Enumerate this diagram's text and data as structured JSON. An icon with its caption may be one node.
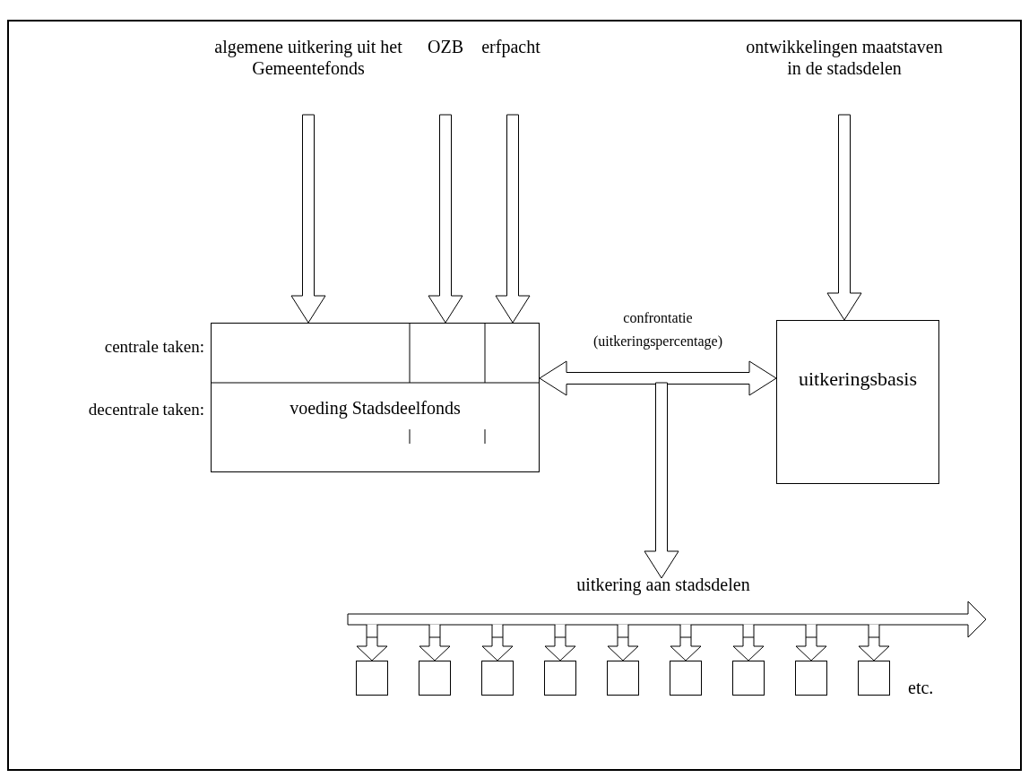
{
  "diagram": {
    "nodes": [
      {
        "text": [
          "algemene uitkering uit het Gemeentefonds"
        ]
      },
      {
        "text": [
          "OZB"
        ]
      },
      {
        "text": [
          "erfpacht"
        ]
      },
      {
        "text": [
          "ontwikkelingen maatstaven in de stadsdelen"
        ]
      },
      {
        "text": [
          "voeding Stadsdeelfonds"
        ],
        "beside": [
          "centrale taken:",
          "decentrale taken:"
        ]
      },
      {
        "text": [
          "uitkeringsbasis"
        ]
      },
      {
        "text": [
          "uitkering aan stadsdelen"
        ]
      },
      {
        "text": [],
        "shape": "bar"
      },
      {
        "text": [],
        "shape": "box"
      },
      {
        "text": [],
        "shape": "box"
      },
      {
        "text": [],
        "shape": "box"
      },
      {
        "text": [],
        "shape": "box"
      },
      {
        "text": [],
        "shape": "box"
      },
      {
        "text": [],
        "shape": "box"
      },
      {
        "text": [],
        "shape": "box"
      },
      {
        "text": [],
        "shape": "box"
      },
      {
        "text": [],
        "shape": "box"
      }
    ],
    "edges": [
      {
        "from": 0,
        "to": 4,
        "arrow": "to"
      },
      {
        "from": 1,
        "to": 4,
        "arrow": "to"
      },
      {
        "from": 2,
        "to": 4,
        "arrow": "to"
      },
      {
        "from": 3,
        "to": 5,
        "arrow": "to"
      },
      {
        "from": 4,
        "to": 5,
        "arrow": "both",
        "label": "confrontatie (uitkeringspercentage)"
      },
      {
        "from": null,
        "to": 6,
        "arrow": "to"
      },
      {
        "from": 7,
        "to": 8,
        "arrow": "to"
      },
      {
        "from": 7,
        "to": 9,
        "arrow": "to"
      },
      {
        "from": 7,
        "to": 10,
        "arrow": "to"
      },
      {
        "from": 7,
        "to": 11,
        "arrow": "to"
      },
      {
        "from": 7,
        "to": 12,
        "arrow": "to"
      },
      {
        "from": 7,
        "to": 13,
        "arrow": "to"
      },
      {
        "from": 7,
        "to": 14,
        "arrow": "to"
      },
      {
        "from": 7,
        "to": 15,
        "arrow": "to"
      },
      {
        "from": 7,
        "to": 16,
        "arrow": "to"
      }
    ],
    "labels": [
      "etc."
    ]
  }
}
